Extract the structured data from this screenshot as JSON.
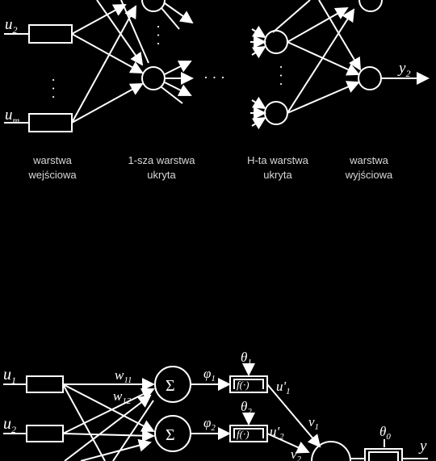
{
  "top_diagram": {
    "inputs": [
      {
        "symbol": "u",
        "sub": "2"
      },
      {
        "symbol": "u",
        "sub": "m"
      }
    ],
    "output": {
      "symbol": "y",
      "sub": "2"
    },
    "layer_labels": [
      {
        "line1": "warstwa",
        "line2": "wejściowa"
      },
      {
        "line1": "1-sza warstwa",
        "line2": "ukryta"
      },
      {
        "line1": "H-ta warstwa",
        "line2": "ukryta"
      },
      {
        "line1": "warstwa",
        "line2": "wyjściowa"
      }
    ],
    "dots_vertical": "· · ·",
    "dots_horizontal": "· · ·"
  },
  "bottom_diagram": {
    "inputs": [
      {
        "symbol": "u",
        "sub": "1"
      },
      {
        "symbol": "u",
        "sub": "2"
      }
    ],
    "weights": [
      {
        "symbol": "w",
        "sub": "11"
      },
      {
        "symbol": "w",
        "sub": "12"
      }
    ],
    "sum_symbol": "Σ",
    "phis": [
      {
        "symbol": "φ",
        "sub": "1"
      },
      {
        "symbol": "φ",
        "sub": "2"
      }
    ],
    "thetas": [
      {
        "symbol": "θ",
        "sub": "1"
      },
      {
        "symbol": "θ",
        "sub": "2"
      },
      {
        "symbol": "θ",
        "sub": "0"
      }
    ],
    "activation": "f(·)",
    "hidden_outputs": [
      {
        "symbol": "u'",
        "sub": "1"
      },
      {
        "symbol": "u'",
        "sub": "2"
      }
    ],
    "vs": [
      {
        "symbol": "v",
        "sub": "1"
      },
      {
        "symbol": "v",
        "sub": "2"
      }
    ],
    "output": {
      "symbol": "y",
      "sub": ""
    }
  },
  "corner_mark": "‾"
}
